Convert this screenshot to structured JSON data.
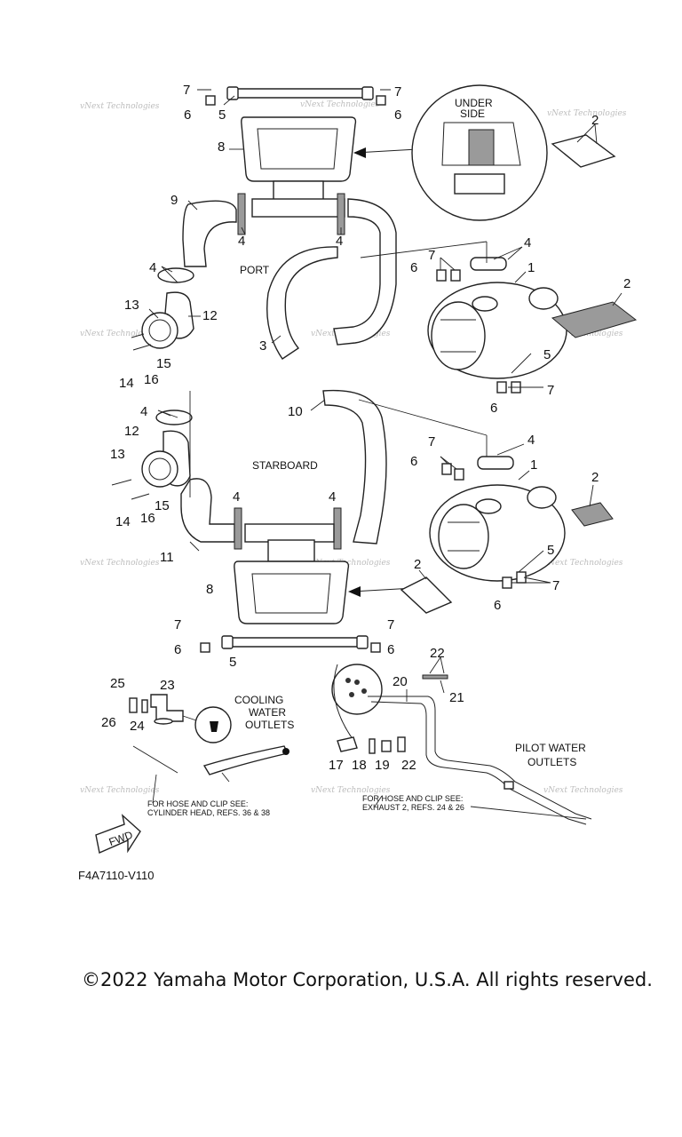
{
  "labels": {
    "port": "PORT",
    "starboard": "STARBOARD",
    "underside_line1": "UNDER",
    "underside_line2": "SIDE",
    "cooling_line1": "COOLING",
    "cooling_line2": "WATER",
    "cooling_line3": "OUTLETS",
    "pilot_line1": "PILOT WATER",
    "pilot_line2": "OUTLETS",
    "note_left_line1": "FOR HOSE AND CLIP SEE:",
    "note_left_line2": "CYLINDER HEAD, REFS. 36 & 38",
    "note_right_line1": "FOR HOSE AND CLIP SEE:",
    "note_right_line2": "EXHAUST 2, REFS.  24 & 26",
    "fwd": "FWD",
    "diagram_code": "F4A7110-V110",
    "watermark_line1": "vNext Technologies",
    "copyright": "©2022 Yamaha Motor Corporation, U.S.A. All rights reserved."
  },
  "callouts": {
    "n1": "1",
    "n2": "2",
    "n3": "3",
    "n4": "4",
    "n5": "5",
    "n6": "6",
    "n7": "7",
    "n8": "8",
    "n9": "9",
    "n10": "10",
    "n11": "11",
    "n12": "12",
    "n13": "13",
    "n14": "14",
    "n15": "15",
    "n16": "16",
    "n17": "17",
    "n18": "18",
    "n19": "19",
    "n20": "20",
    "n21": "21",
    "n22": "22",
    "n23": "23",
    "n24": "24",
    "n25": "25",
    "n26": "26"
  }
}
